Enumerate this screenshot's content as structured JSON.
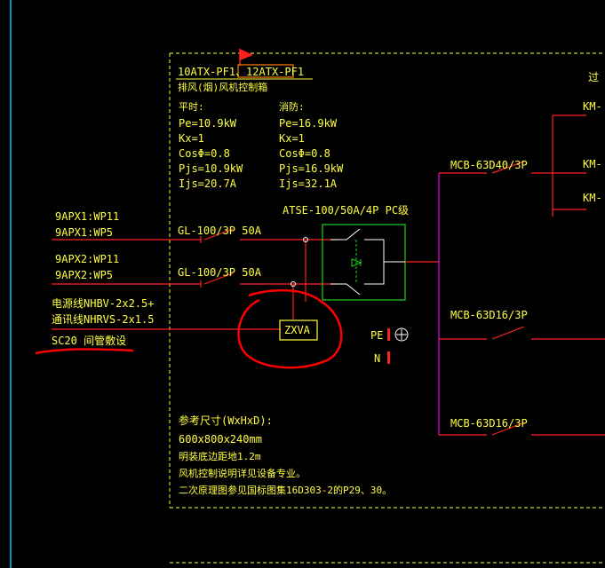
{
  "colors": {
    "background": "#000000",
    "wire_red": "#ff2020",
    "wire_magenta": "#c000c0",
    "frame_yellow": "#ffff40",
    "green": "#20d020",
    "cyan": "#00c8ff",
    "text_yellow": "#ffff40",
    "text_white": "#ffffff",
    "annotation_red": "#ff0000"
  },
  "cabinet": {
    "id_a": "10ATX-PF1",
    "id_sep": "、",
    "id_b": "12ATX-PF1",
    "name": "排风(烟)风机控制箱",
    "normal_title": "平时:",
    "normal_lines": [
      "Pe=10.9kW",
      "Kx=1",
      "CosΦ=0.8",
      "Pjs=10.9kW",
      "Ijs=20.7A"
    ],
    "fire_title": "消防:",
    "fire_lines": [
      "Pe=16.9kW",
      "Kx=1",
      "CosΦ=0.8",
      "Pjs=16.9kW",
      "Ijs=32.1A"
    ]
  },
  "feeders": {
    "in1_a": "9APX1:WP11",
    "in1_b": "9APX1:WP5",
    "in2_a": "9APX2:WP11",
    "in2_b": "9APX2:WP5",
    "breaker1": "GL-100/3P 50A",
    "breaker2": "GL-100/3P 50A",
    "atse": "ATSE-100/50A/4P PC级"
  },
  "signal": {
    "line1": "电源线NHBV-2x2.5+",
    "line2": "通讯线NHRVS-2x1.5",
    "line3": "SC20 间管敷设",
    "device": "ZXVA"
  },
  "earth": {
    "pe": "PE",
    "n": "N"
  },
  "outputs": {
    "mcb1": "MCB-63D40/3P",
    "mcb2": "MCB-63D16/3P",
    "mcb3": "MCB-63D16/3P",
    "km1": "KM-",
    "km2": "KM-",
    "km3": "KM-",
    "top_right": "过"
  },
  "notes": {
    "title": "参考尺寸(WxHxD):",
    "size": "600x800x240mm",
    "line1": "明装底边距地1.2m",
    "line2": "风机控制说明详见设备专业。",
    "line3": "二次原理图参见国标图集16D303-2的P29、30。"
  }
}
